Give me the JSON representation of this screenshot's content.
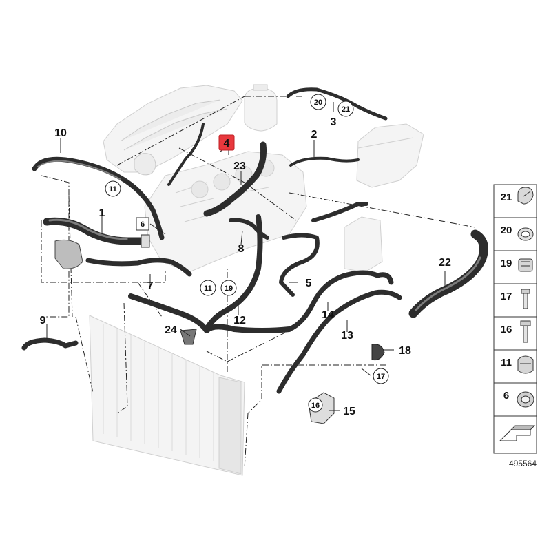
{
  "diagram": {
    "drawing_number": "495564",
    "highlighted_callout": "4",
    "callouts": [
      "10",
      "1",
      "6",
      "7",
      "9",
      "24",
      "11",
      "19",
      "12",
      "23",
      "8",
      "5",
      "14",
      "13",
      "18",
      "17",
      "15",
      "16",
      "22",
      "2",
      "3",
      "20",
      "21"
    ],
    "circled_labels": {
      "c11a": "11",
      "c11b": "11",
      "c19": "19",
      "c20": "20",
      "c21": "21",
      "c17": "17",
      "c16": "16"
    },
    "labels": {
      "l10": "10",
      "l1": "1",
      "l6": "6",
      "l7": "7",
      "l9": "9",
      "l24": "24",
      "l12": "12",
      "l23": "23",
      "l8": "8",
      "l4": "4",
      "l5": "5",
      "l14": "14",
      "l13": "13",
      "l18": "18",
      "l15": "15",
      "l22": "22",
      "l2": "2",
      "l3": "3"
    },
    "legend_table": [
      {
        "number": "21",
        "icon": "spring-clamp-icon"
      },
      {
        "number": "20",
        "icon": "band-clamp-icon"
      },
      {
        "number": "19",
        "icon": "quick-coupling-clip-icon"
      },
      {
        "number": "17",
        "icon": "bolt-icon"
      },
      {
        "number": "16",
        "icon": "flange-bolt-icon"
      },
      {
        "number": "11",
        "icon": "hose-clip-icon"
      },
      {
        "number": "6",
        "icon": "connector-sleeve-icon"
      },
      {
        "number": "",
        "icon": "direction-arrow-icon"
      }
    ],
    "colors": {
      "highlight": "#e8383d",
      "hose": "#2d2d2d",
      "ghost_part": "#ececec"
    }
  }
}
